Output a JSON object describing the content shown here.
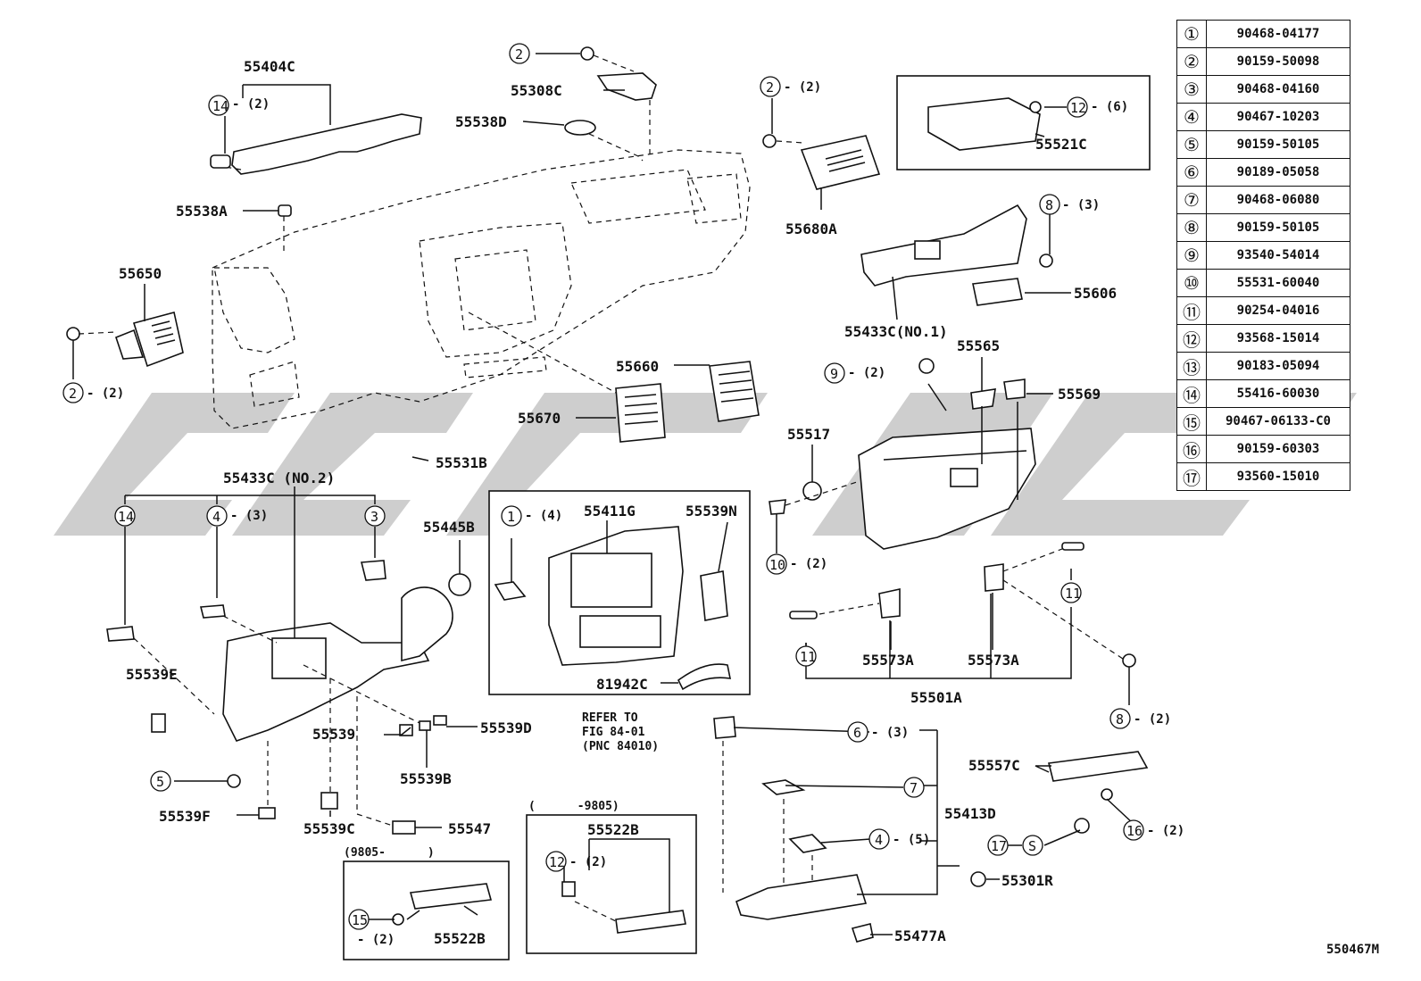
{
  "legend": [
    {
      "num": "①",
      "part": "90468-04177"
    },
    {
      "num": "②",
      "part": "90159-50098"
    },
    {
      "num": "③",
      "part": "90468-04160"
    },
    {
      "num": "④",
      "part": "90467-10203"
    },
    {
      "num": "⑤",
      "part": "90159-50105"
    },
    {
      "num": "⑥",
      "part": "90189-05058"
    },
    {
      "num": "⑦",
      "part": "90468-06080"
    },
    {
      "num": "⑧",
      "part": "90159-50105"
    },
    {
      "num": "⑨",
      "part": "93540-54014"
    },
    {
      "num": "⑩",
      "part": "55531-60040"
    },
    {
      "num": "⑪",
      "part": "90254-04016"
    },
    {
      "num": "⑫",
      "part": "93568-15014"
    },
    {
      "num": "⑬",
      "part": "90183-05094"
    },
    {
      "num": "⑭",
      "part": "55416-60030"
    },
    {
      "num": "⑮",
      "part": "90467-06133-C0"
    },
    {
      "num": "⑯",
      "part": "90159-60303"
    },
    {
      "num": "⑰",
      "part": "93560-15010"
    }
  ],
  "labels": {
    "p55404C": "55404C",
    "p55308C": "55308C",
    "p55538D": "55538D",
    "p55538A": "55538A",
    "p55650": "55650",
    "p55680A": "55680A",
    "p55521C": "55521C",
    "p55433C_no1": "55433C(NO.1)",
    "p55606": "55606",
    "p55565": "55565",
    "p55569": "55569",
    "p55660": "55660",
    "p55670": "55670",
    "p55531B": "55531B",
    "p55517": "55517",
    "p55433C_no2": "55433C (NO.2)",
    "p55445B": "55445B",
    "p55411G": "55411G",
    "p55539N": "55539N",
    "p55539E": "55539E",
    "p55539D": "55539D",
    "p55539": "55539",
    "p55539B": "55539B",
    "p55539F": "55539F",
    "p55539C": "55539C",
    "p55547": "55547",
    "p81942C": "81942C",
    "p55573A_left": "55573A",
    "p55573A_right": "55573A",
    "p55501A": "55501A",
    "p55413D": "55413D",
    "p55557C": "55557C",
    "p55522B_top": "55522B",
    "p55522B_bottom": "55522B",
    "p55301R": "55301R",
    "p55477A": "55477A",
    "s_marker": "S"
  },
  "quantities": {
    "q2": "- (2)",
    "q3": "- (3)",
    "q4": "- (4)",
    "q5": "- (5)",
    "q6": "- (6)",
    "q2b": "(2)"
  },
  "notes": {
    "refer_line1": "REFER TO",
    "refer_line2": "FIG 84-01",
    "refer_line3": "(PNC 84010)",
    "date_before": "(      -9805)",
    "date_after": "(9805-      )"
  },
  "figure_code": "550467M",
  "watermark_color": "#c9c9c9"
}
